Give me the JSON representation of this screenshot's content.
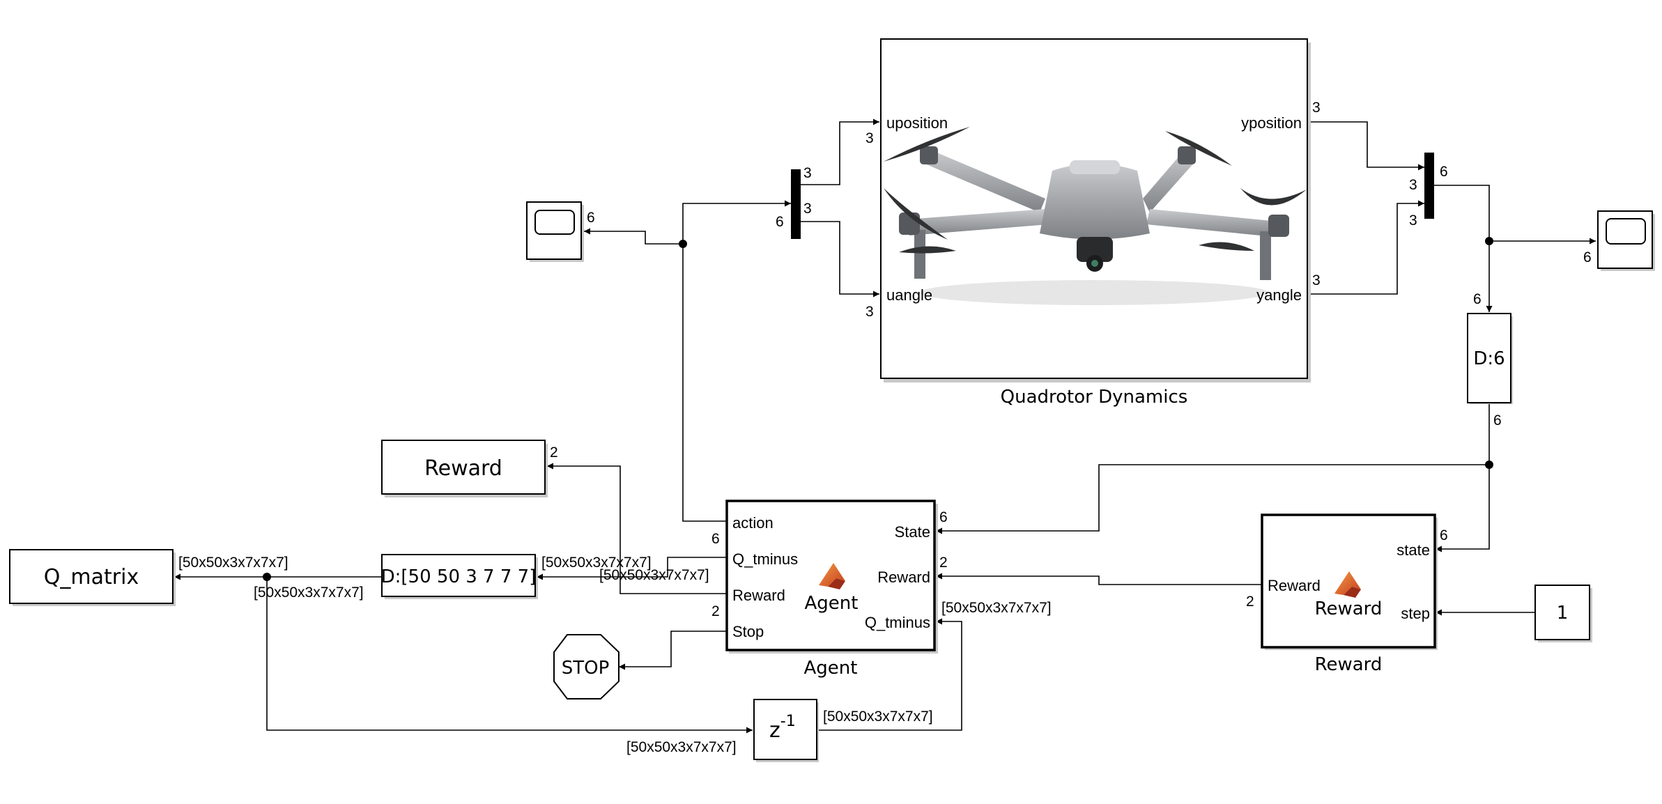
{
  "blocks": {
    "quadrotor": {
      "title": "Quadrotor Dynamics",
      "in1": "uposition",
      "in2": "uangle",
      "out1": "yposition",
      "out2": "yangle"
    },
    "agent": {
      "title": "Agent",
      "center": "Agent",
      "in_action": "action",
      "in_qt": "Q_tminus",
      "in_reward": "Reward",
      "in_stop": "Stop",
      "out_state": "State",
      "out_reward": "Reward",
      "out_qt": "Q_tminus"
    },
    "reward_fn": {
      "title": "Reward",
      "center": "Reward",
      "in_reward": "Reward",
      "out_state": "state",
      "out_step": "step"
    },
    "reward_display": "Reward",
    "q_matrix": "Q_matrix",
    "stop": "STOP",
    "reshape_q": "D:[50 50 3 7 7 7]",
    "reshape_6": "D:6",
    "constant": "1",
    "delay": {
      "base": "z",
      "exp": "-1"
    }
  },
  "signals": {
    "dim3": "3",
    "dim6": "6",
    "dim2": "2",
    "q_dims": "[50x50x3x7x7x7]"
  },
  "colors": {
    "matlab_orange": "#e8692a",
    "matlab_red": "#b5321b",
    "drone_gray": "#8f9296"
  }
}
